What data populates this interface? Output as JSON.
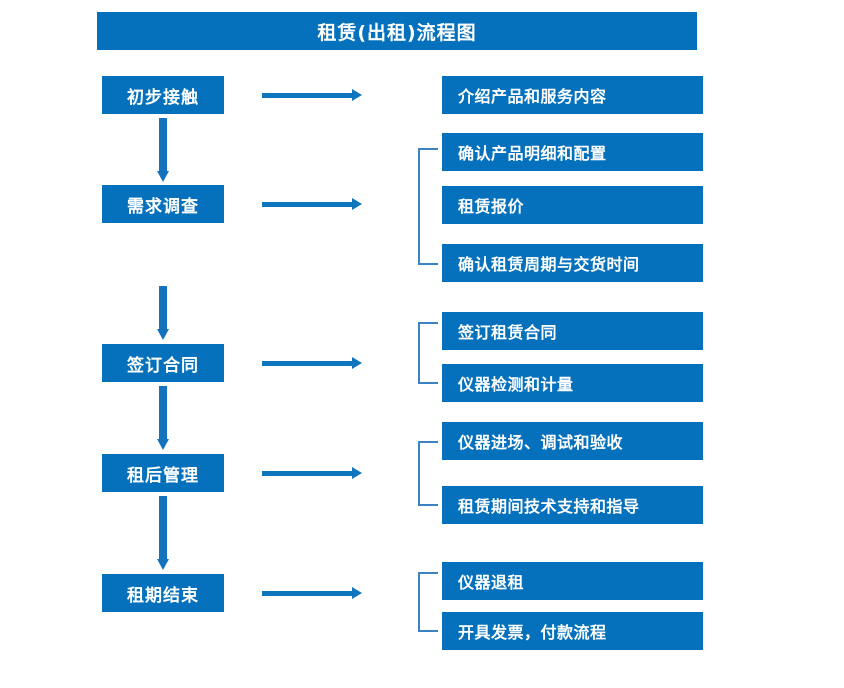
{
  "title": "租赁(出租)流程图",
  "colors": {
    "box_blue": "#0571bd",
    "arrow_blue": "#0f75bd",
    "bracket_blue": "#3d82c4",
    "text": "#ffffff",
    "background": "#ffffff"
  },
  "stages": [
    {
      "label": "初步接触"
    },
    {
      "label": "需求调查"
    },
    {
      "label": "签订合同"
    },
    {
      "label": "租后管理"
    },
    {
      "label": "租期结束"
    }
  ],
  "details": [
    {
      "label": "介绍产品和服务内容"
    },
    {
      "label": "确认产品明细和配置"
    },
    {
      "label": "租赁报价"
    },
    {
      "label": "确认租赁周期与交货时间"
    },
    {
      "label": "签订租赁合同"
    },
    {
      "label": "仪器检测和计量"
    },
    {
      "label": "仪器进场、调试和验收"
    },
    {
      "label": "租赁期间技术支持和指导"
    },
    {
      "label": "仪器退租"
    },
    {
      "label": "开具发票，付款流程"
    }
  ],
  "groups": [
    {
      "stage": "需求调查",
      "detail_labels": [
        "确认产品明细和配置",
        "租赁报价",
        "确认租赁周期与交货时间"
      ]
    },
    {
      "stage": "签订合同",
      "detail_labels": [
        "签订租赁合同",
        "仪器检测和计量"
      ]
    },
    {
      "stage": "租后管理",
      "detail_labels": [
        "仪器进场、调试和验收",
        "租赁期间技术支持和指导"
      ]
    },
    {
      "stage": "租期结束",
      "detail_labels": [
        "仪器退租",
        "开具发票，付款流程"
      ]
    }
  ],
  "flow_arrows": {
    "vertical_count": 4,
    "horizontal_count": 5,
    "direction": "top-to-bottom, left-to-right"
  }
}
